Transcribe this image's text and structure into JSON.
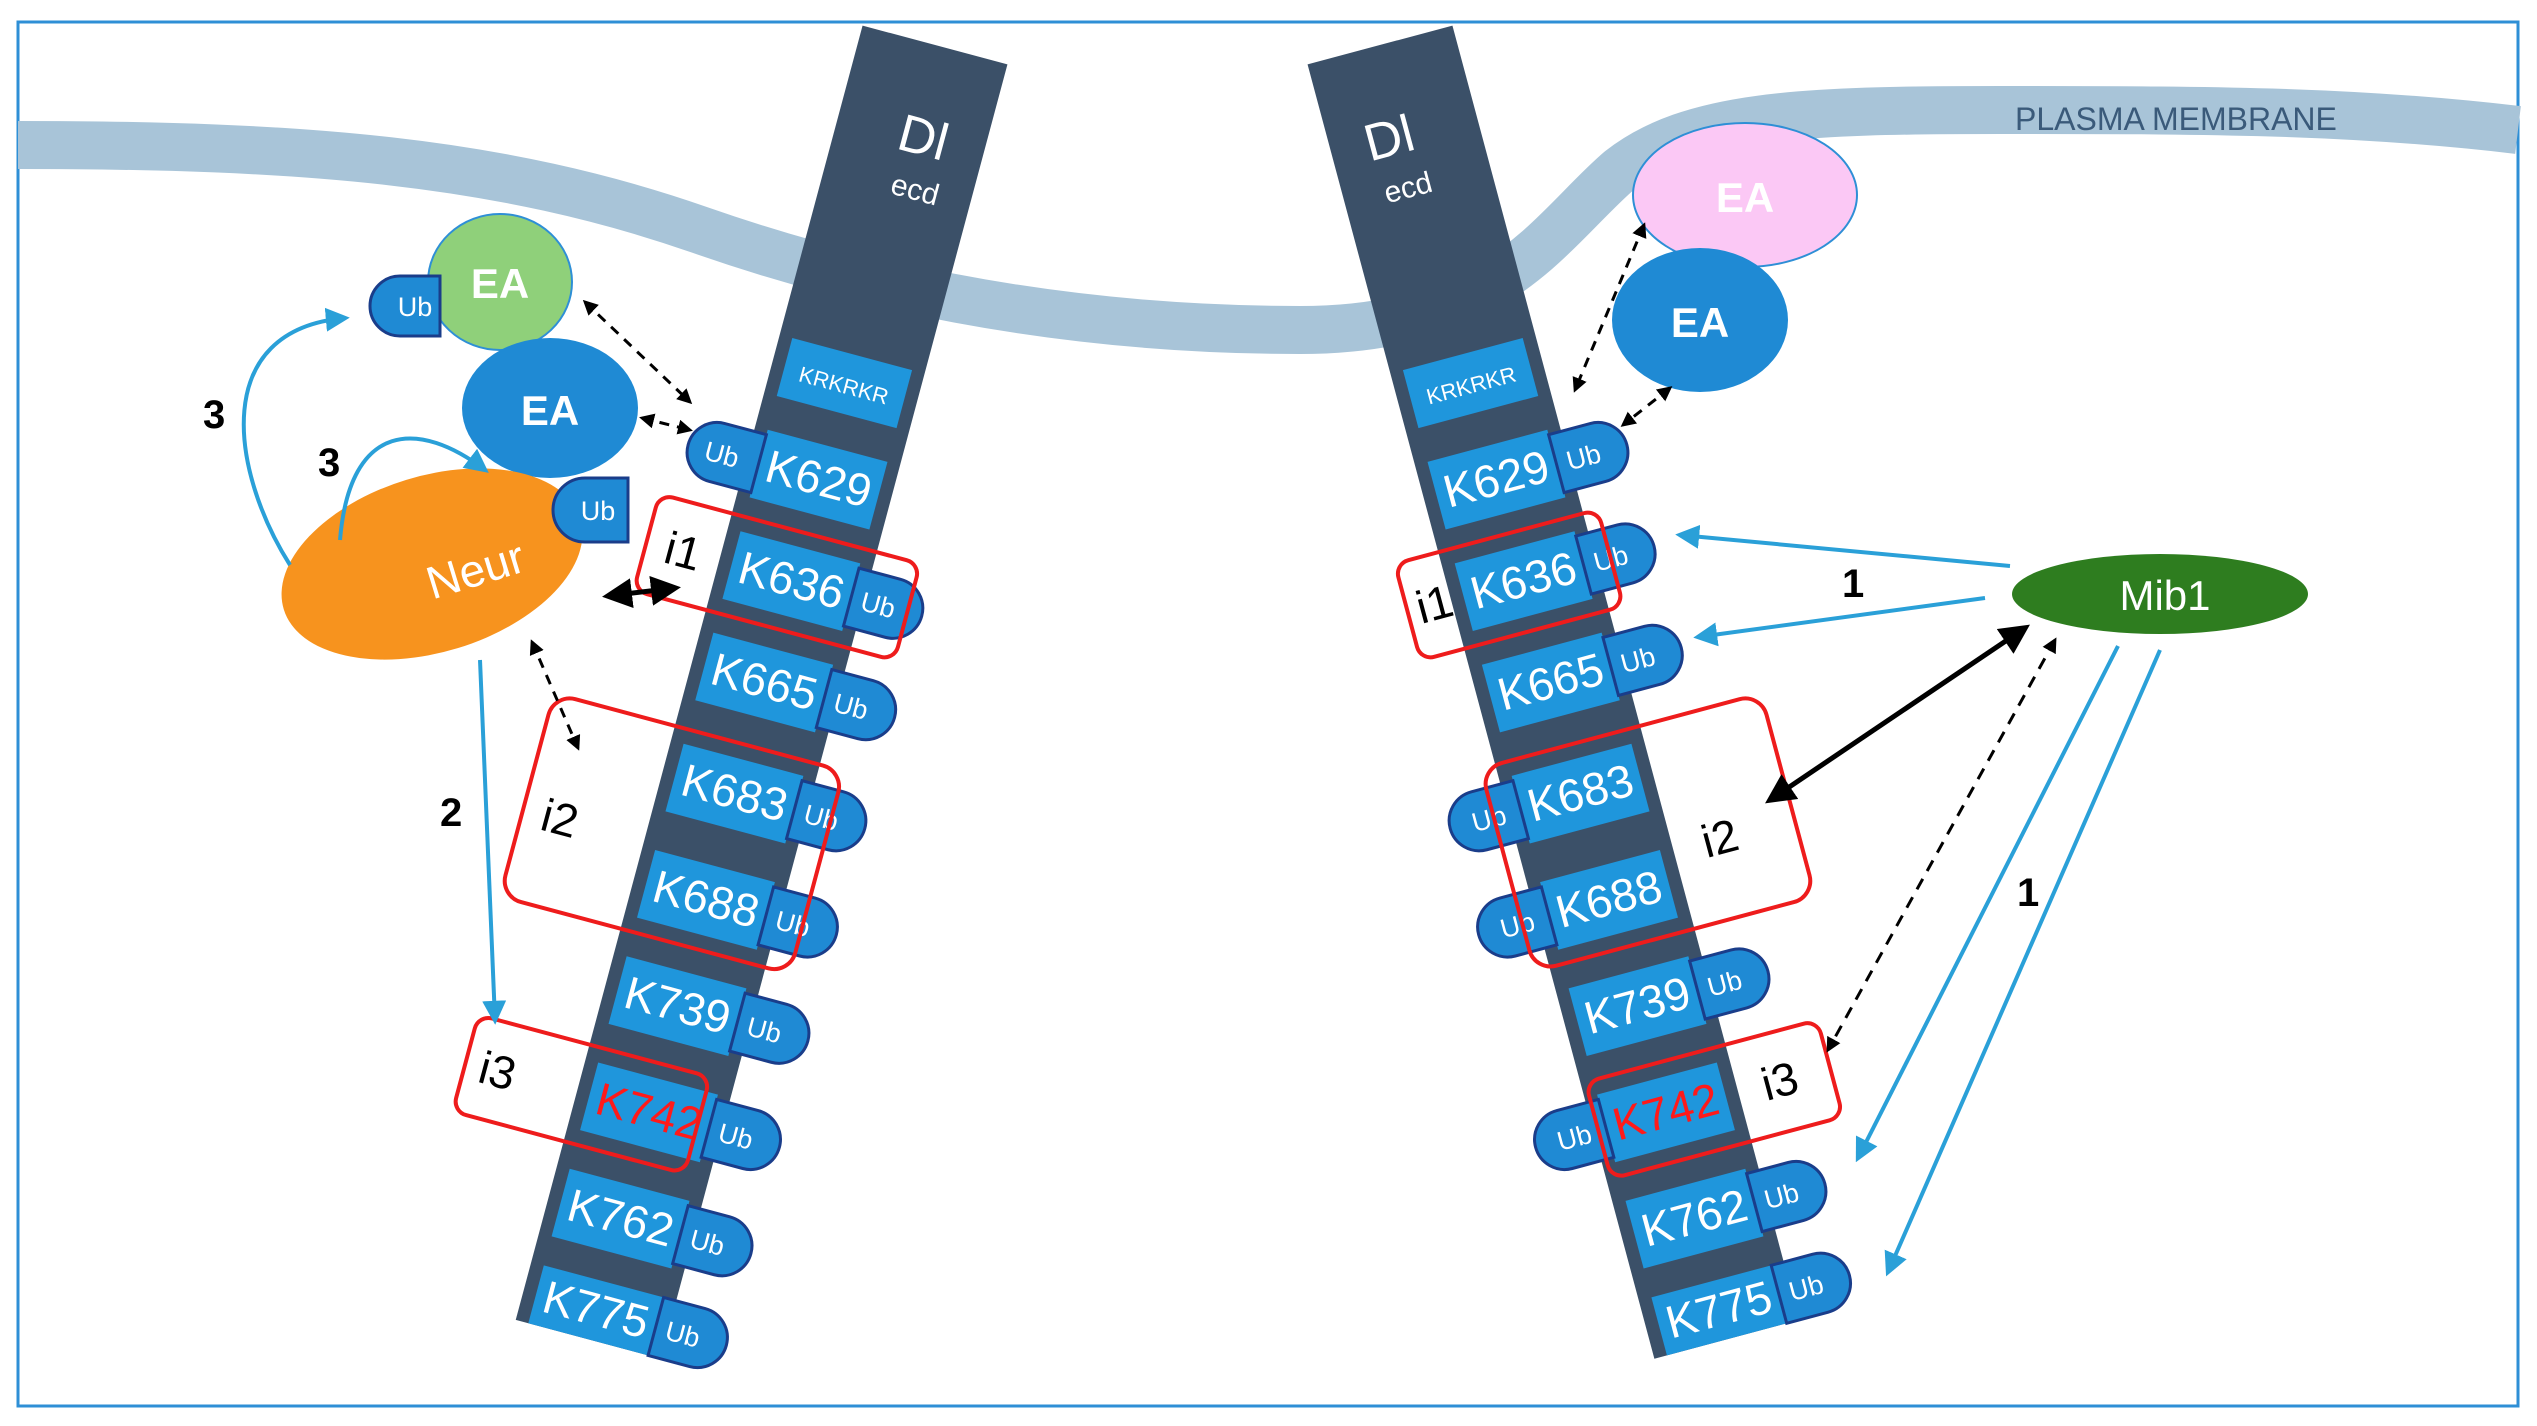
{
  "labels": {
    "membrane": "PLASMA MEMBRANE",
    "dl": "Dl",
    "ecd": "ecd",
    "ea": "EA",
    "ub": "Ub",
    "neur": "Neur",
    "mib1": "Mib1",
    "krkrkr": "KRKRKR",
    "i1": "i1",
    "i2": "i2",
    "i3": "i3",
    "step1": "1",
    "step2": "2",
    "step3": "3"
  },
  "lysines": [
    "K629",
    "K636",
    "K665",
    "K683",
    "K688",
    "K739",
    "K742",
    "K762",
    "K775"
  ],
  "colors": {
    "membrane": "#a8c4d8",
    "rod": "#3b5068",
    "box": "#1f96dc",
    "ub": "#1f8ad4",
    "ub_stroke": "#1a3d8a",
    "ea_green": "#8fd07a",
    "ea_pink": "#fbc8f5",
    "neur": "#f7931e",
    "mib1": "#2e7d1f",
    "arrow_blue": "#2aa0d8",
    "highlight_red": "#ee1c1c",
    "k742_text": "#ff1a1a"
  }
}
